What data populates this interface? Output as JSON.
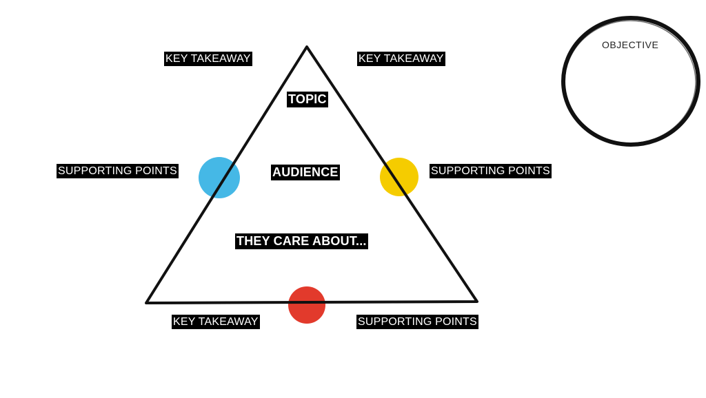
{
  "labels": {
    "key_takeaway_top_left": "KEY TAKEAWAY",
    "key_takeaway_top_right": "KEY TAKEAWAY",
    "topic": "TOPIC",
    "supporting_points_left": "SUPPORTING POINTS",
    "audience": "AUDIENCE",
    "supporting_points_right": "SUPPORTING POINTS",
    "they_care_about": "THEY CARE ABOUT...",
    "key_takeaway_bottom": "KEY TAKEAWAY",
    "supporting_points_bottom": "SUPPORTING POINTS",
    "objective": "OBJECTIVE"
  },
  "colors": {
    "blue_dot": "#45b8e6",
    "yellow_dot": "#f5cc00",
    "red_dot": "#e23a2c",
    "stroke": "#111111"
  }
}
